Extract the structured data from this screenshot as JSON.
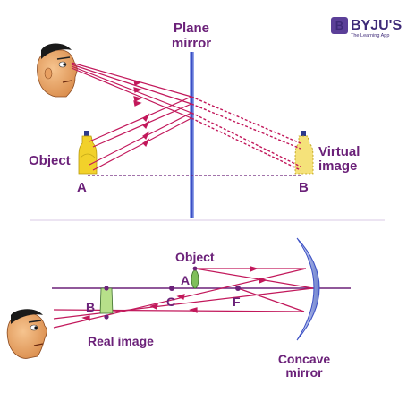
{
  "brand": {
    "name": "BYJU'S",
    "tagline": "The Learning App",
    "logo_letter": "B",
    "color": "#5b3f98"
  },
  "plane_mirror_diagram": {
    "mirror_label_line1": "Plane",
    "mirror_label_line2": "mirror",
    "object_label": "Object",
    "virtual_image_line1": "Virtual",
    "virtual_image_line2": "image",
    "point_a": "A",
    "point_b": "B"
  },
  "concave_mirror_diagram": {
    "object_label": "Object",
    "point_a": "A",
    "point_b": "B",
    "point_c": "C",
    "point_f": "F",
    "real_image_label": "Real image",
    "mirror_label_line1": "Concave",
    "mirror_label_line2": "mirror"
  },
  "colors": {
    "ray": "#c2185b",
    "axis": "#6b2179",
    "plane_mirror": "#3b4fc4",
    "concave_mirror": "#7b8fd0",
    "text": "#6b2179"
  }
}
